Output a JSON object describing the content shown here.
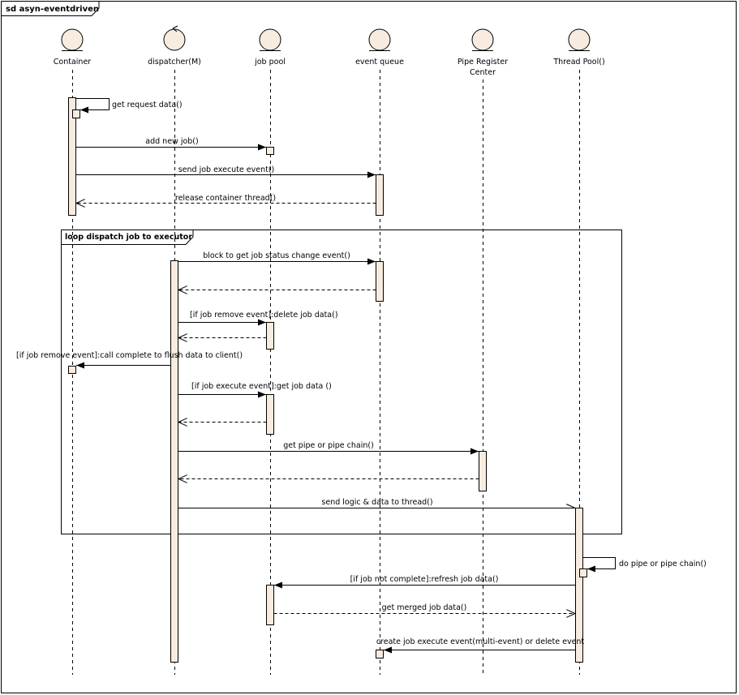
{
  "frame": {
    "title": "sd asyn-eventdriven"
  },
  "colors": {
    "activation_fill": "#f8ece0",
    "line": "#000000",
    "background": "#ffffff"
  },
  "participants": [
    {
      "id": "container",
      "label": [
        "Container"
      ],
      "kind": "entity"
    },
    {
      "id": "dispatcher",
      "label": [
        "dispatcher(M)"
      ],
      "kind": "control"
    },
    {
      "id": "jobpool",
      "label": [
        "job pool"
      ],
      "kind": "entity"
    },
    {
      "id": "eventqueue",
      "label": [
        "event queue"
      ],
      "kind": "entity"
    },
    {
      "id": "piperegister",
      "label": [
        "Pipe Register",
        "Center"
      ],
      "kind": "entity"
    },
    {
      "id": "threadpool",
      "label": [
        "Thread Pool()"
      ],
      "kind": "entity"
    }
  ],
  "loop": {
    "label": "loop dispatch job to executor"
  },
  "messages": [
    {
      "from": "container",
      "to": "container",
      "label": "get request data()",
      "type": "self"
    },
    {
      "from": "container",
      "to": "jobpool",
      "label": "add new job()",
      "type": "sync"
    },
    {
      "from": "container",
      "to": "eventqueue",
      "label": "send job execute event()",
      "type": "sync"
    },
    {
      "from": "eventqueue",
      "to": "container",
      "label": "release container thread()",
      "type": "return"
    },
    {
      "from": "dispatcher",
      "to": "eventqueue",
      "label": "block to get job status change event()",
      "type": "sync"
    },
    {
      "from": "eventqueue",
      "to": "dispatcher",
      "label": "",
      "type": "return"
    },
    {
      "from": "dispatcher",
      "to": "jobpool",
      "label": "[if job remove event]:delete job data()",
      "type": "sync"
    },
    {
      "from": "jobpool",
      "to": "dispatcher",
      "label": "",
      "type": "return"
    },
    {
      "from": "dispatcher",
      "to": "container",
      "label": "[if job remove event]:call complete to flush data to client()",
      "type": "sync"
    },
    {
      "from": "dispatcher",
      "to": "jobpool",
      "label": "[if  job execute event]:get job data ()",
      "type": "sync"
    },
    {
      "from": "jobpool",
      "to": "dispatcher",
      "label": "",
      "type": "return"
    },
    {
      "from": "dispatcher",
      "to": "piperegister",
      "label": "get pipe or pipe chain()",
      "type": "sync"
    },
    {
      "from": "piperegister",
      "to": "dispatcher",
      "label": "",
      "type": "return"
    },
    {
      "from": "dispatcher",
      "to": "threadpool",
      "label": "send logic & data to thread()",
      "type": "async"
    },
    {
      "from": "threadpool",
      "to": "threadpool",
      "label": "do pipe or pipe chain()",
      "type": "self"
    },
    {
      "from": "threadpool",
      "to": "jobpool",
      "label": "[if job not complete]:refresh job data()",
      "type": "sync"
    },
    {
      "from": "jobpool",
      "to": "threadpool",
      "label": "get merged job data()",
      "type": "return"
    },
    {
      "from": "threadpool",
      "to": "eventqueue",
      "label": "create job execute event(multi-event) or delete event",
      "type": "sync"
    }
  ]
}
